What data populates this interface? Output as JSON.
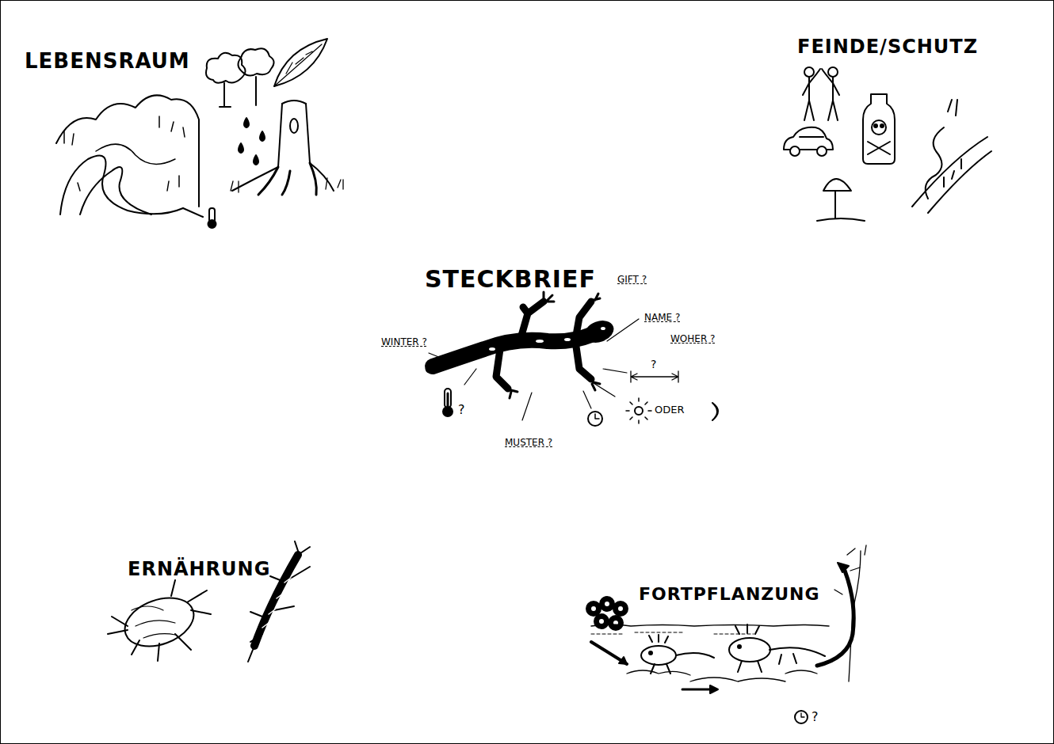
{
  "diagram": {
    "title": "STECKBRIEF",
    "labels": [
      "LEBENSRAUM",
      "FEINDE/SCHUTZ",
      "GIFT ?",
      "NAME ?",
      "WOHER ?",
      "WINTER ?",
      "?",
      "ODER",
      "?",
      "MUSTER ?",
      "ERNÄHRUNG",
      "FORTPFLANZUNG",
      "?"
    ]
  }
}
